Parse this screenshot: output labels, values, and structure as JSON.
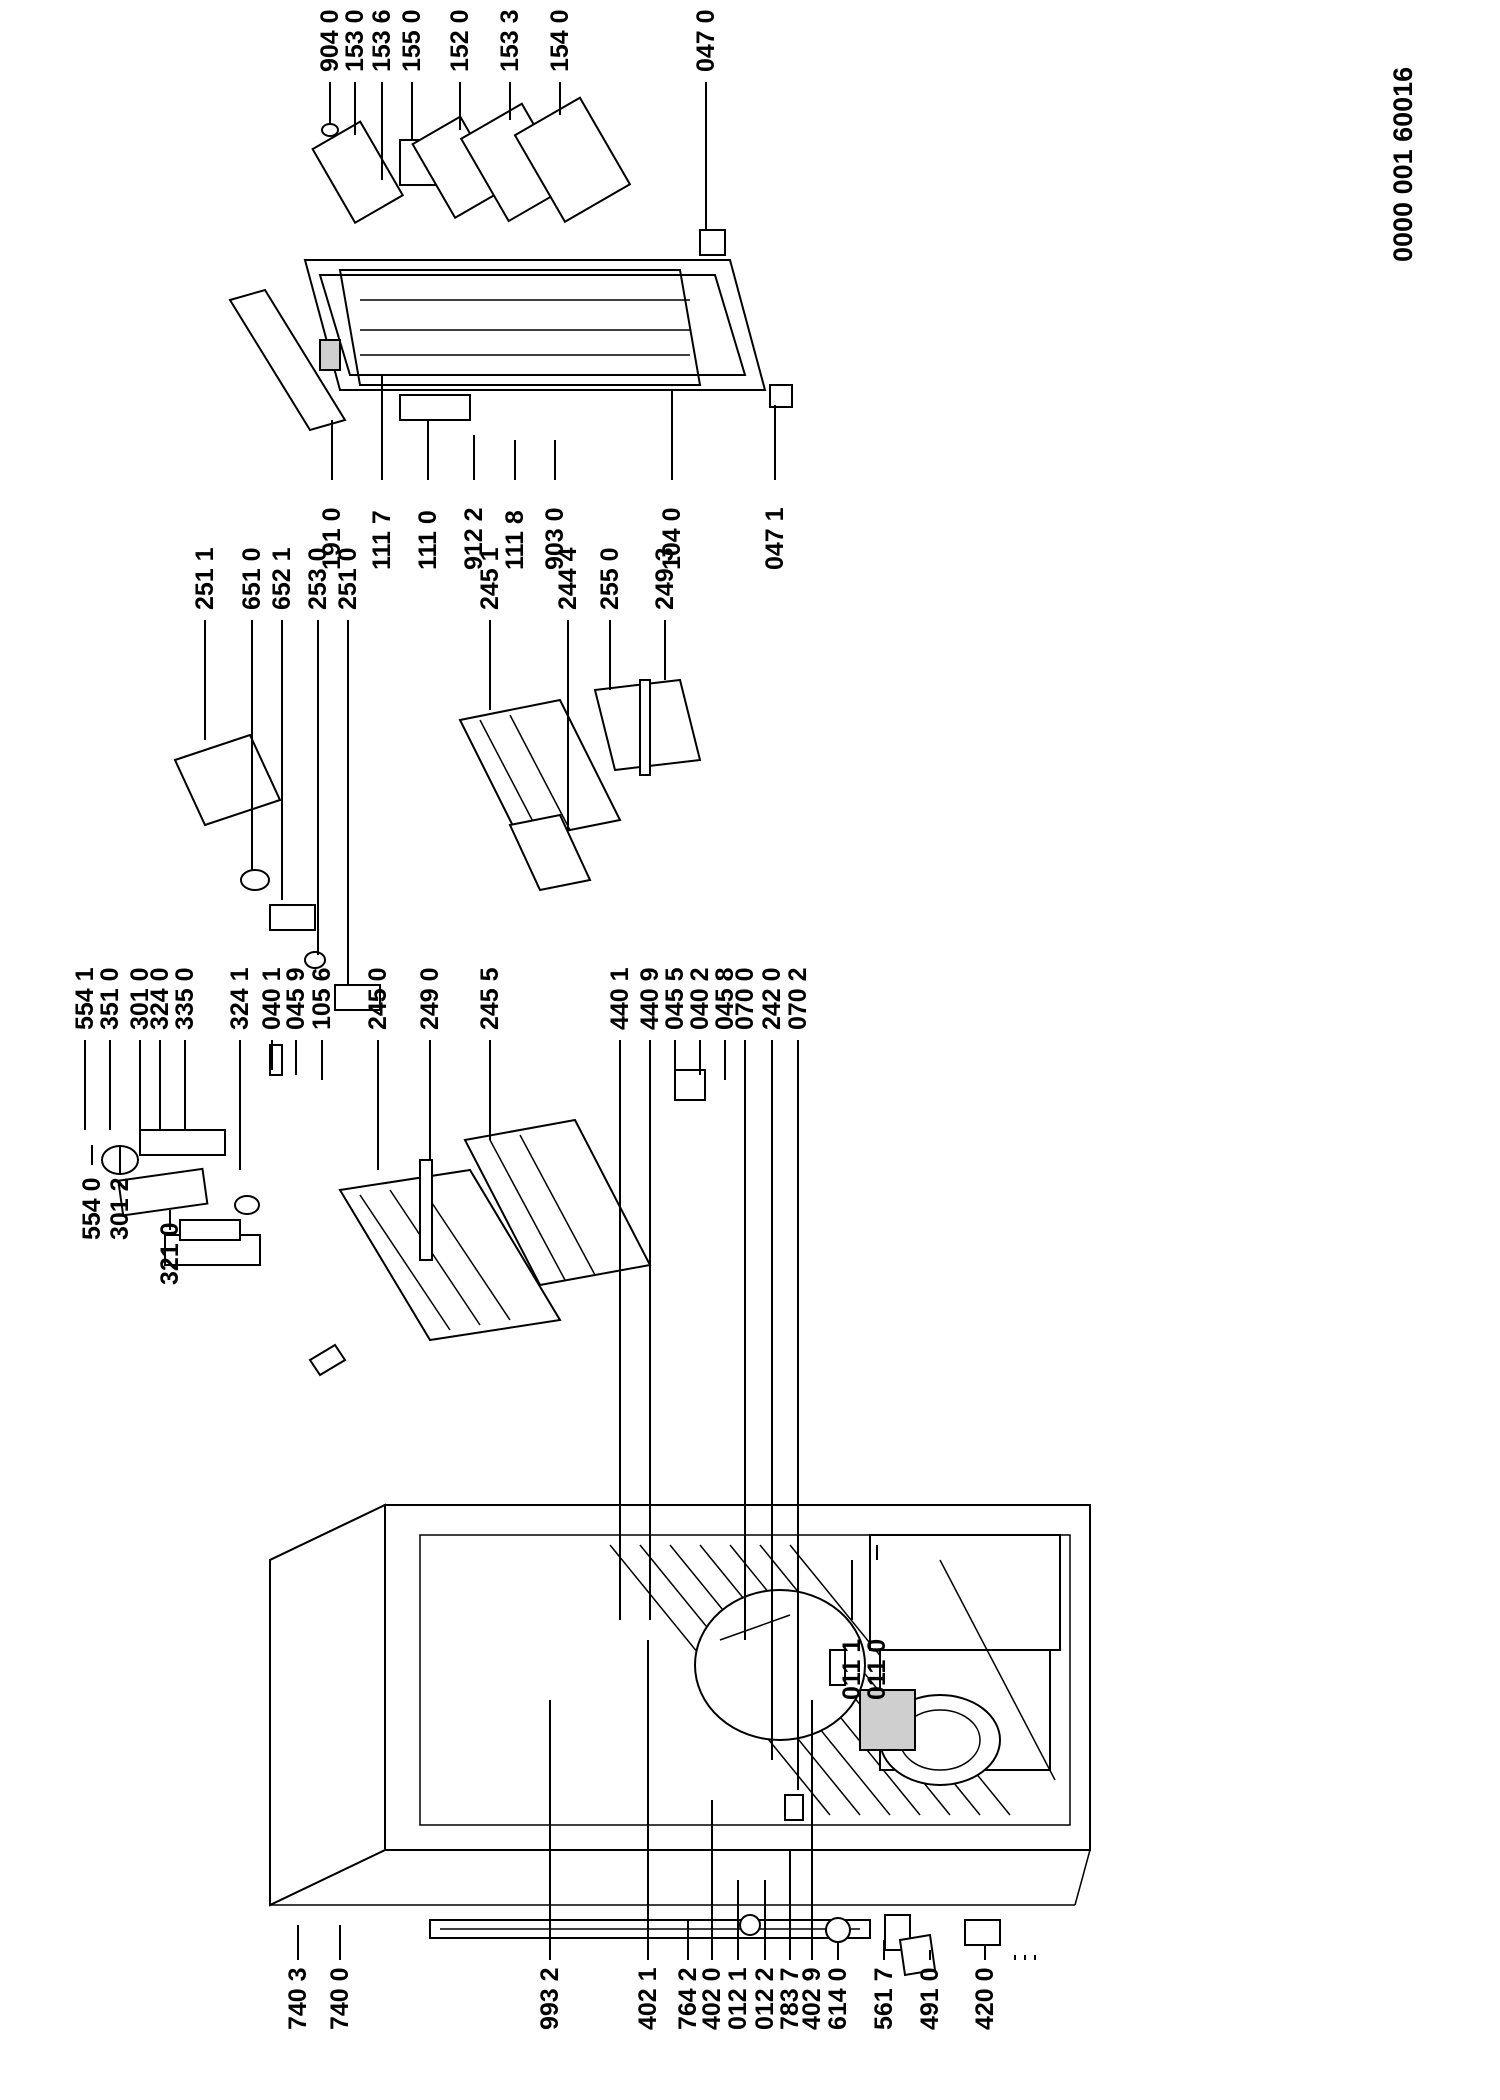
{
  "document_number": "0000 001 60016",
  "labels": [
    {
      "id": "l-740-3",
      "text": "740 3"
    },
    {
      "id": "l-740-0",
      "text": "740 0"
    },
    {
      "id": "l-993-2",
      "text": "993 2"
    },
    {
      "id": "l-402-1",
      "text": "402 1"
    },
    {
      "id": "l-764-2",
      "text": "764 2"
    },
    {
      "id": "l-402-0",
      "text": "402 0"
    },
    {
      "id": "l-012-1",
      "text": "012 1"
    },
    {
      "id": "l-012-2",
      "text": "012 2"
    },
    {
      "id": "l-783-7",
      "text": "783 7"
    },
    {
      "id": "l-402-9",
      "text": "402 9"
    },
    {
      "id": "l-614-0",
      "text": "614 0"
    },
    {
      "id": "l-561-7",
      "text": "561 7"
    },
    {
      "id": "l-491-0",
      "text": "491 0"
    },
    {
      "id": "l-420-0",
      "text": "420 0"
    },
    {
      "id": "l-011-1",
      "text": "011 1"
    },
    {
      "id": "l-011-0",
      "text": "011 0"
    },
    {
      "id": "l-554-0",
      "text": "554 0"
    },
    {
      "id": "l-301-2",
      "text": "301 2"
    },
    {
      "id": "l-321-0",
      "text": "321 0"
    },
    {
      "id": "l-554-1",
      "text": "554 1"
    },
    {
      "id": "l-351-0",
      "text": "351 0"
    },
    {
      "id": "l-301-0",
      "text": "301 0"
    },
    {
      "id": "l-324-0",
      "text": "324 0"
    },
    {
      "id": "l-335-0",
      "text": "335 0"
    },
    {
      "id": "l-324-1",
      "text": "324 1"
    },
    {
      "id": "l-040-1",
      "text": "040 1"
    },
    {
      "id": "l-045-9",
      "text": "045 9"
    },
    {
      "id": "l-105-6",
      "text": "105 6"
    },
    {
      "id": "l-245-0",
      "text": "245 0"
    },
    {
      "id": "l-249-0",
      "text": "249 0"
    },
    {
      "id": "l-245-5",
      "text": "245 5"
    },
    {
      "id": "l-440-1",
      "text": "440 1"
    },
    {
      "id": "l-440-9",
      "text": "440 9"
    },
    {
      "id": "l-045-5",
      "text": "045 5"
    },
    {
      "id": "l-040-2",
      "text": "040 2"
    },
    {
      "id": "l-045-8",
      "text": "045 8"
    },
    {
      "id": "l-070-0",
      "text": "070 0"
    },
    {
      "id": "l-242-0",
      "text": "242 0"
    },
    {
      "id": "l-070-2",
      "text": "070 2"
    },
    {
      "id": "l-251-1",
      "text": "251 1"
    },
    {
      "id": "l-651-0",
      "text": "651 0"
    },
    {
      "id": "l-652-1",
      "text": "652 1"
    },
    {
      "id": "l-253-0",
      "text": "253 0"
    },
    {
      "id": "l-251-0",
      "text": "251 0"
    },
    {
      "id": "l-245-1",
      "text": "245 1"
    },
    {
      "id": "l-244-4",
      "text": "244 4"
    },
    {
      "id": "l-255-0",
      "text": "255 0"
    },
    {
      "id": "l-249-3",
      "text": "249 3"
    },
    {
      "id": "l-191-0",
      "text": "191 0"
    },
    {
      "id": "l-111-7",
      "text": "111 7"
    },
    {
      "id": "l-111-0",
      "text": "111 0"
    },
    {
      "id": "l-912-2",
      "text": "912 2"
    },
    {
      "id": "l-111-8",
      "text": "111 8"
    },
    {
      "id": "l-903-0",
      "text": "903 0"
    },
    {
      "id": "l-104-0",
      "text": "104 0"
    },
    {
      "id": "l-047-1",
      "text": "047 1"
    },
    {
      "id": "l-047-0",
      "text": "047 0"
    },
    {
      "id": "l-904-0",
      "text": "904 0"
    },
    {
      "id": "l-153-0",
      "text": "153 0"
    },
    {
      "id": "l-153-6",
      "text": "153 6"
    },
    {
      "id": "l-155-0",
      "text": "155 0"
    },
    {
      "id": "l-152-0",
      "text": "152 0"
    },
    {
      "id": "l-153-3",
      "text": "153 3"
    },
    {
      "id": "l-154-0",
      "text": "154 0"
    }
  ]
}
